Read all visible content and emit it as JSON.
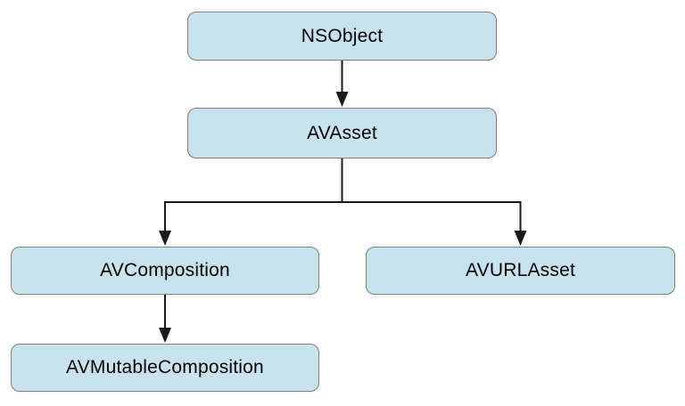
{
  "diagram": {
    "type": "class-hierarchy",
    "nodes": [
      {
        "id": "nsobject",
        "label": "NSObject"
      },
      {
        "id": "avasset",
        "label": "AVAsset"
      },
      {
        "id": "avcomposition",
        "label": "AVComposition"
      },
      {
        "id": "avurlasset",
        "label": "AVURLAsset"
      },
      {
        "id": "avmutablecomposition",
        "label": "AVMutableComposition"
      }
    ],
    "edges": [
      {
        "from": "NSObject",
        "to": "AVAsset"
      },
      {
        "from": "AVAsset",
        "to": "AVComposition"
      },
      {
        "from": "AVAsset",
        "to": "AVURLAsset"
      },
      {
        "from": "AVComposition",
        "to": "AVMutableComposition"
      }
    ],
    "colors": {
      "node_fill": "#c8e3ee",
      "node_border": "#7f7f7f",
      "connector": "#1a1a1a",
      "text": "#000000",
      "background": "#ffffff"
    }
  }
}
